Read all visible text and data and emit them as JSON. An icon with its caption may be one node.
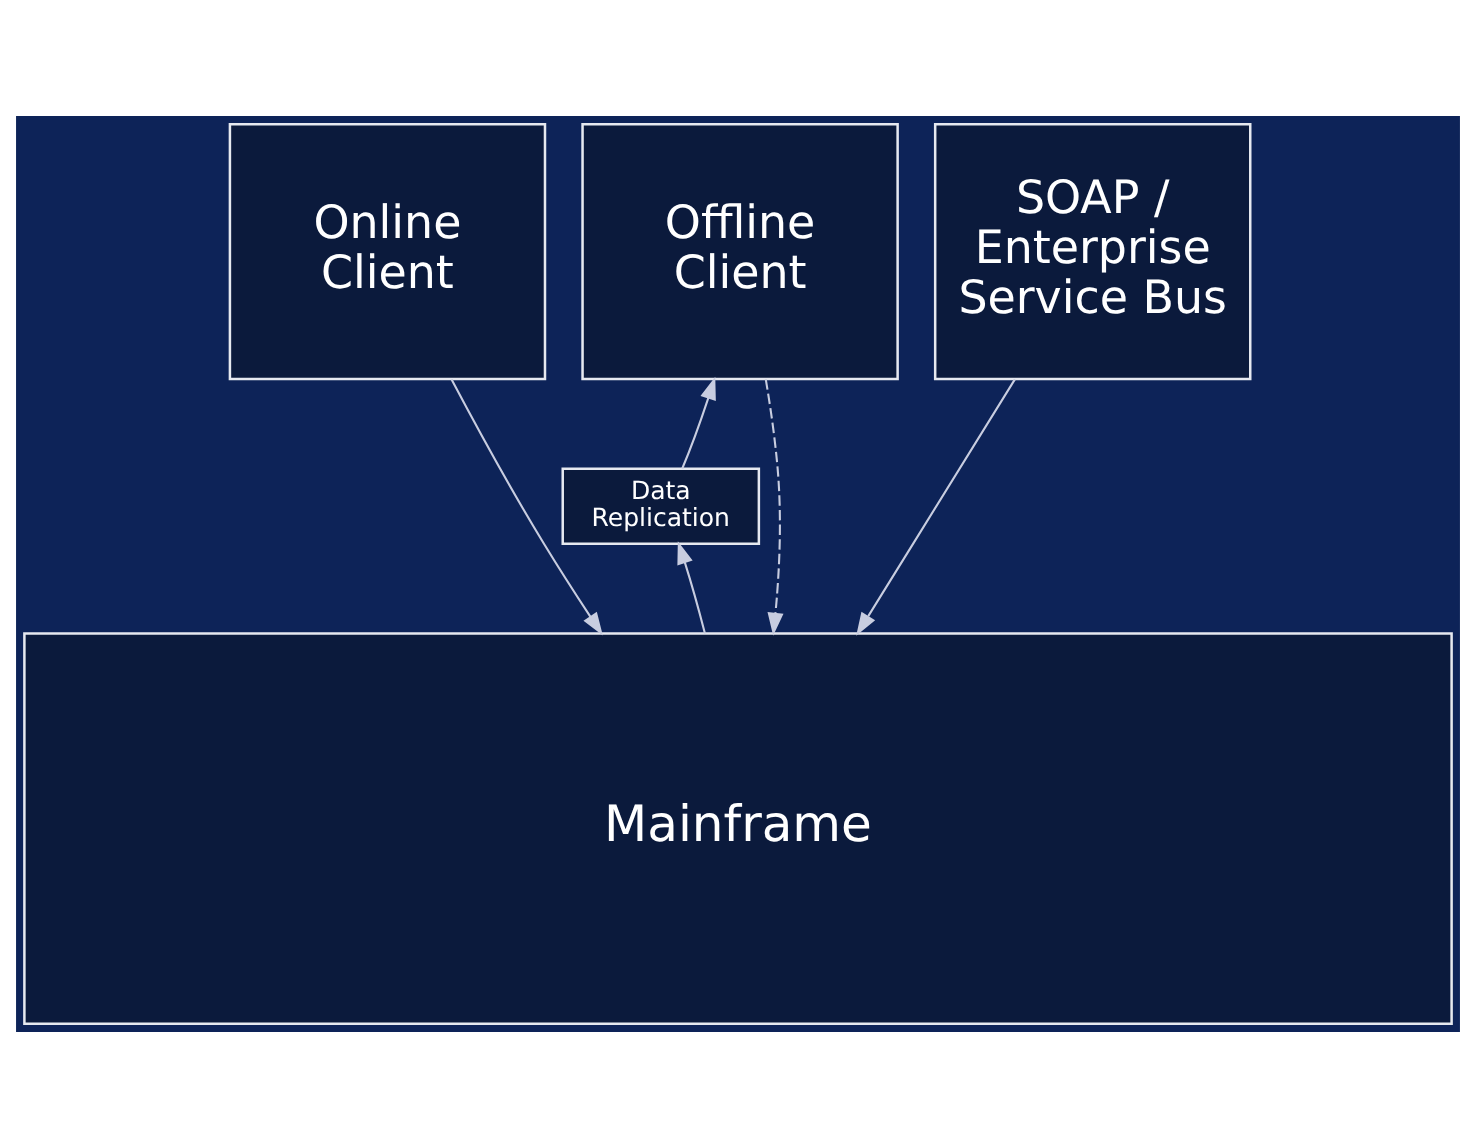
{
  "diagram": {
    "nodes": [
      {
        "text": [
          "Online Client"
        ]
      },
      {
        "text": [
          "Offline Client"
        ]
      },
      {
        "text": [
          "SOAP / Enterprise Service Bus"
        ]
      },
      {
        "text": [
          "Data Replication"
        ]
      },
      {
        "text": [
          "Mainframe"
        ]
      }
    ],
    "edges": [
      {
        "from": 0,
        "to": 4,
        "arrow": "to"
      },
      {
        "from": 1,
        "to": 4,
        "arrow": "to",
        "style": "dashed"
      },
      {
        "from": 4,
        "to": 3,
        "arrow": "to"
      },
      {
        "from": 3,
        "to": 1,
        "arrow": "to"
      },
      {
        "from": 2,
        "to": 4,
        "arrow": "to"
      }
    ]
  }
}
